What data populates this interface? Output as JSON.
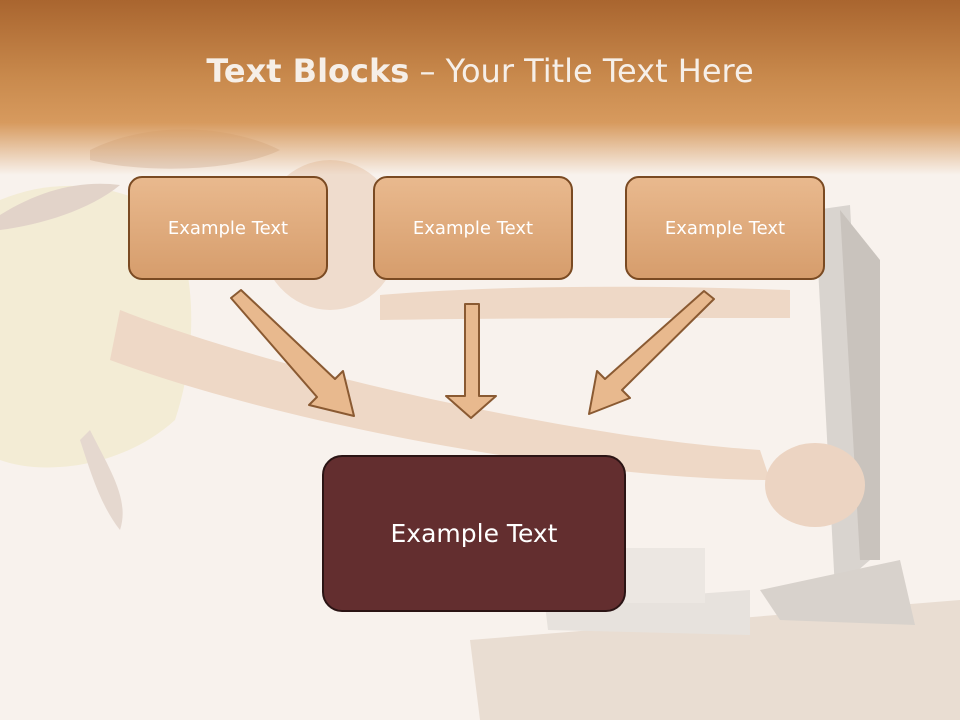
{
  "title": {
    "bold_part": "Text Blocks",
    "dash": " – ",
    "rest": "Your Title Text Here"
  },
  "boxes": [
    {
      "label": "Example Text"
    },
    {
      "label": "Example Text"
    },
    {
      "label": "Example Text"
    }
  ],
  "main_box": {
    "label": "Example Text"
  },
  "colors": {
    "title_band": "#c98a4d",
    "small_box_fill": "#e0ad80",
    "small_box_border": "#7a4a22",
    "main_box_fill": "#632e2f",
    "arrow_fill": "#e8b98e",
    "arrow_stroke": "#8a5a32"
  }
}
